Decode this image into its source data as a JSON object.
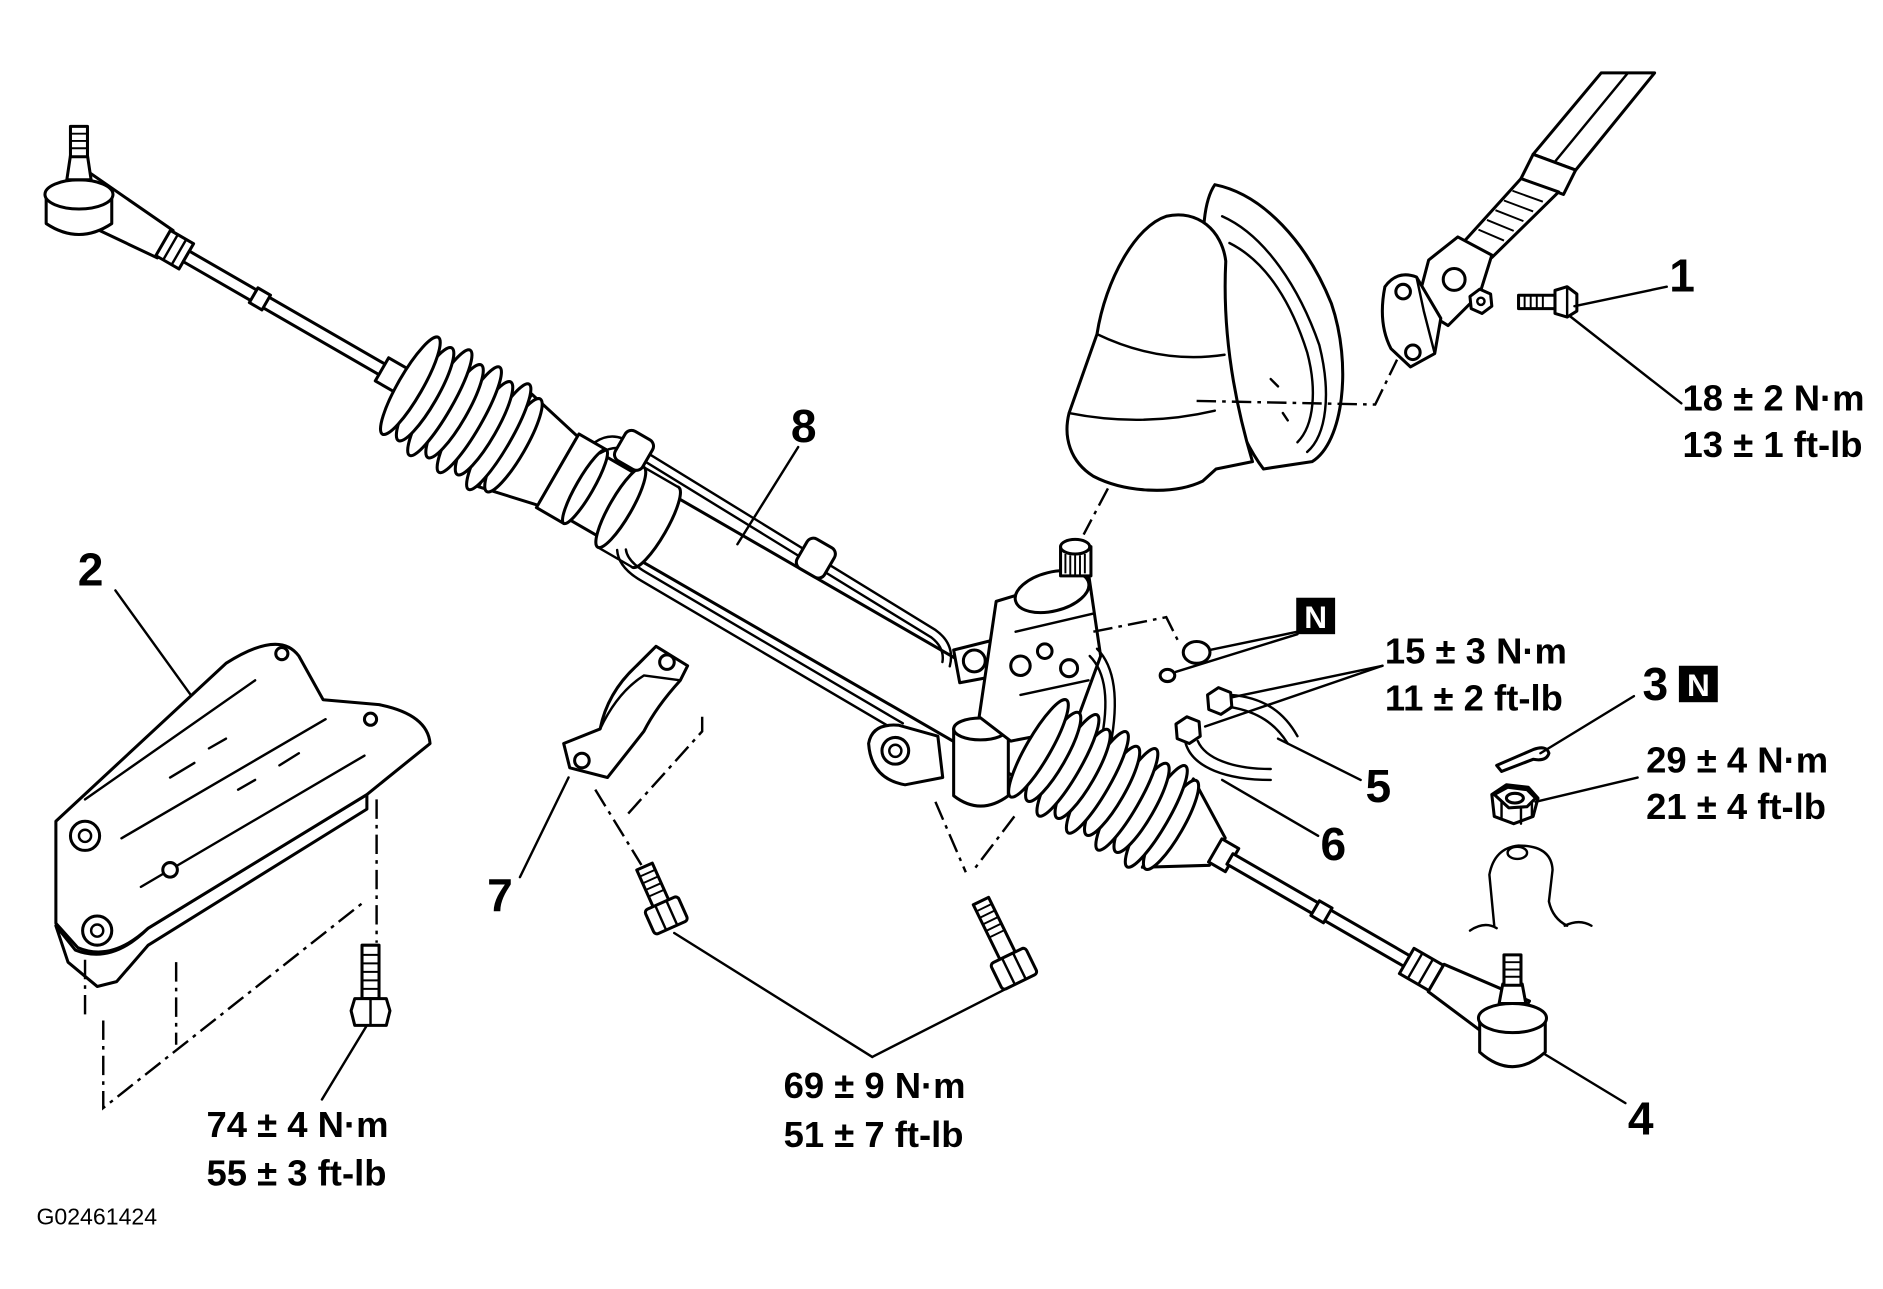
{
  "figure_code": "G02461424",
  "callouts": {
    "item1": "1",
    "item2": "2",
    "item3": "3",
    "item4": "4",
    "item5": "5",
    "item6": "6",
    "item7": "7",
    "item8": "8"
  },
  "badges": {
    "orings": "N",
    "cotter_pin": "N"
  },
  "torque_specs": {
    "item1_bolt": {
      "metric": "18 ± 2 N·m",
      "imperial": "13 ± 1 ft-lb"
    },
    "pipe_fittings": {
      "metric": "15 ± 3 N·m",
      "imperial": "11 ± 2 ft-lb"
    },
    "item3_nut": {
      "metric": "29 ± 4 N·m",
      "imperial": "21 ± 4 ft-lb"
    },
    "item2_bolt": {
      "metric": "74 ± 4 N·m",
      "imperial": "55 ± 3 ft-lb"
    },
    "mount_bolts": {
      "metric": "69 ± 9 N·m",
      "imperial": "51 ± 7 ft-lb"
    }
  },
  "colors": {
    "line": "#000000",
    "background": "#ffffff",
    "badge": "#000000",
    "badge_text": "#ffffff"
  }
}
